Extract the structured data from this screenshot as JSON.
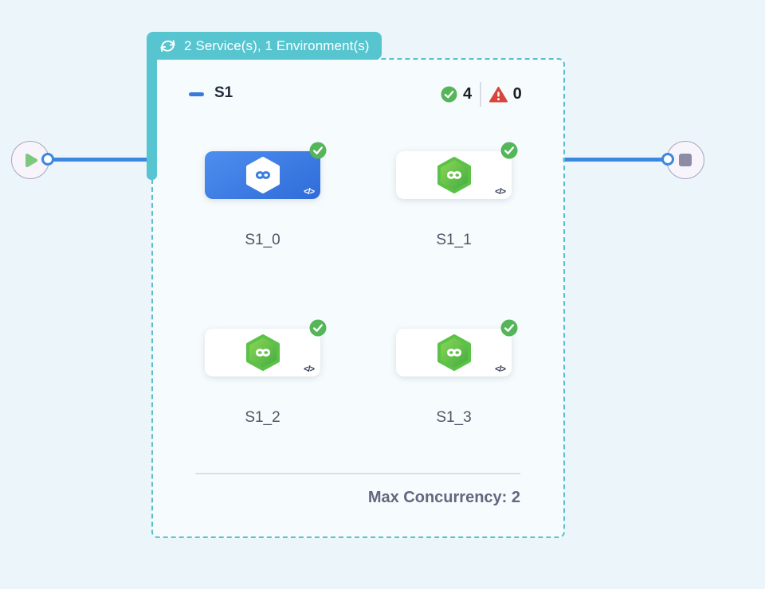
{
  "header_badge": {
    "icon": "loop-icon",
    "label": "2 Service(s), 1 Environment(s)"
  },
  "stage": {
    "name": "S1",
    "status": {
      "success_count": "4",
      "failed_count": "0"
    },
    "services": [
      {
        "label": "S1_0",
        "state": "selected"
      },
      {
        "label": "S1_1",
        "state": "default"
      },
      {
        "label": "S1_2",
        "state": "default"
      },
      {
        "label": "S1_3",
        "state": "default"
      }
    ],
    "code_icon": "</>",
    "max_concurrency": "Max Concurrency: 2"
  },
  "flow": {
    "start_node": "play",
    "end_node": "stop"
  },
  "colors": {
    "background": "#ecf6fa",
    "badge_teal": "#56c5d0",
    "edge_blue": "#3d87e0",
    "selected_card_blue": "#3b7ce2",
    "success_green": "#55b559",
    "error_red": "#d9453c",
    "hexagon_green": "#5cc247"
  }
}
